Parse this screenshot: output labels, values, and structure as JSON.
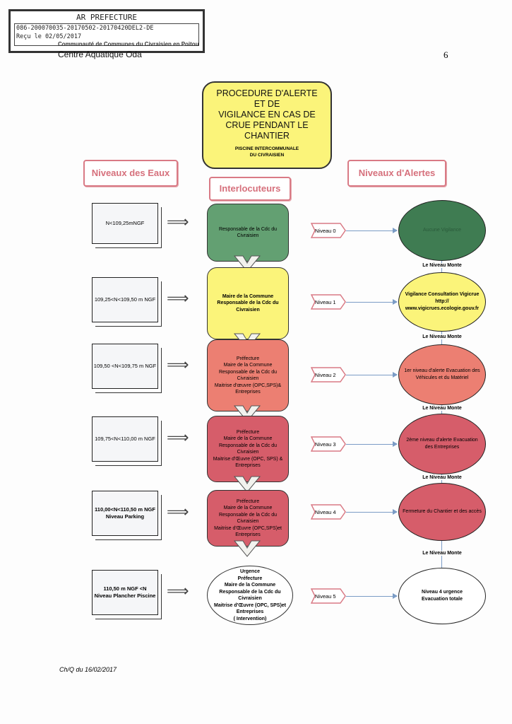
{
  "stamp": {
    "title": "AR PREFECTURE",
    "id": "086-200070035-20170502-20170420DEL2-DE",
    "received": "Reçu le 02/05/2017"
  },
  "header": {
    "org": "Communauté de Communes du Civraisien en Poitou",
    "doc": "Centre Aquatique Oda",
    "page": "6"
  },
  "title": {
    "main": [
      "PROCEDURE D'ALERTE",
      "ET DE",
      "VIGILANCE EN CAS DE",
      "CRUE PENDANT LE",
      "CHANTIER"
    ],
    "sub": [
      "PISCINE INTERCOMMUNALE",
      "DU CIVRAISIEN"
    ]
  },
  "headings": {
    "water": "Niveaux des Eaux",
    "contacts": "Interlocuteurs",
    "alerts": "Niveaux d'Alertes"
  },
  "colors": {
    "green": "#63a072",
    "green_dark": "#3f7c52",
    "yellow": "#fbf47a",
    "salmon": "#ec7f72",
    "red": "#d65d6a",
    "heading": "#d6707c",
    "connector": "#7b9cc6"
  },
  "rows": [
    {
      "water": [
        "N<109,25mNGF"
      ],
      "contacts": [
        "Responsable de la Cdc du Civraisien"
      ],
      "level": "Niveau 0",
      "alert": [
        "Aucune Vigilance"
      ]
    },
    {
      "water": [
        "109,25<N<109,50 m NGF"
      ],
      "contacts": [
        "Maire de la Commune",
        "Responsable de la Cdc du Civraisien"
      ],
      "level": "Niveau 1",
      "alert": [
        "Vigilance Consultation Vigicrue",
        "http://",
        "www.vigicrues.ecologie.gouv.fr"
      ]
    },
    {
      "water": [
        "109,50 <N<109,75 m NGF"
      ],
      "contacts": [
        "Préfecture",
        "Maire de la Commune",
        "Responsable de la Cdc du Civraisien",
        "Maitrise d'œuvre (OPC,SPS)&",
        "Entreprises"
      ],
      "level": "Niveau 2",
      "alert": [
        "1er niveau d'alerte Evacuation des Véhicules  et du Matériel"
      ]
    },
    {
      "water": [
        "109,75<N<110,00 m NGF"
      ],
      "contacts": [
        "Préfecture",
        "Maire de la Commune",
        "Responsable de la Cdc du Civraisien",
        "Maitrise d'Œuvre (OPC, SPS) &",
        "Entreprises"
      ],
      "level": "Niveau 3",
      "alert": [
        "2ème niveau d'alerte Evacuation des Entreprises"
      ]
    },
    {
      "water": [
        "110,00<N<110,50 m NGF",
        "Niveau Parking"
      ],
      "contacts": [
        "Préfecture",
        "Maire de la Commune",
        "Responsable de la Cdc du Civraisien",
        "Maitrise d'Œuvre (OPC,SPS)et",
        "Entreprises"
      ],
      "level": "Niveau 4",
      "alert": [
        "Fermeture du Chantier et des accès"
      ]
    },
    {
      "water": [
        "110,50 m NGF <N",
        "Niveau Plancher Piscine"
      ],
      "contacts": [
        "Urgence",
        "Préfecture",
        "Maire de la Commune",
        "Responsable de la Cdc du Civraisien",
        "Maitrise d'Œuvre (OPC, SPS)et",
        "Entreprises",
        "( Intervention)"
      ],
      "level": "Niveau 5",
      "alert": [
        "Niveau 4 urgence",
        "Evacuation totale"
      ]
    }
  ],
  "monte_label": "Le Niveau Monte",
  "footer": "Ch/Q du 16/02/2017"
}
